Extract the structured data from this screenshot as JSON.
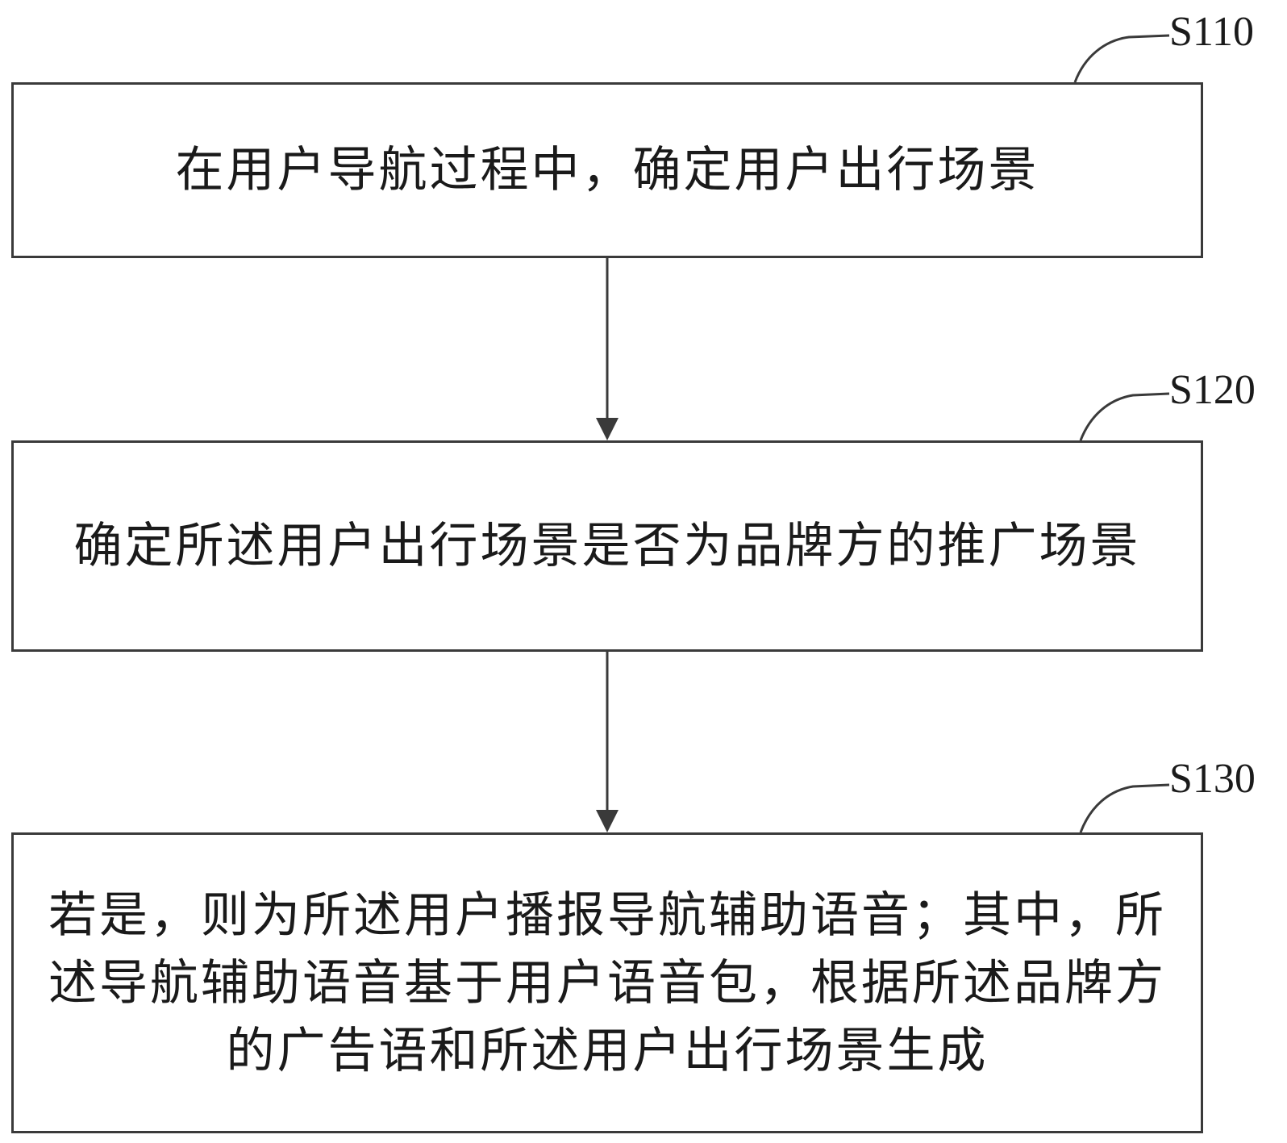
{
  "steps": [
    {
      "id": "S110",
      "text": "在用户导航过程中，确定用户出行场景"
    },
    {
      "id": "S120",
      "text": "确定所述用户出行场景是否为品牌方的推广场景"
    },
    {
      "id": "S130",
      "text": "若是，则为所述用户播报导航辅助语音；其中，所述导航辅助语音基于用户语音包，根据所述品牌方的广告语和所述用户出行场景生成"
    }
  ],
  "colors": {
    "line": "#3a3a3a",
    "text": "#1a1a1a",
    "background": "#ffffff"
  }
}
